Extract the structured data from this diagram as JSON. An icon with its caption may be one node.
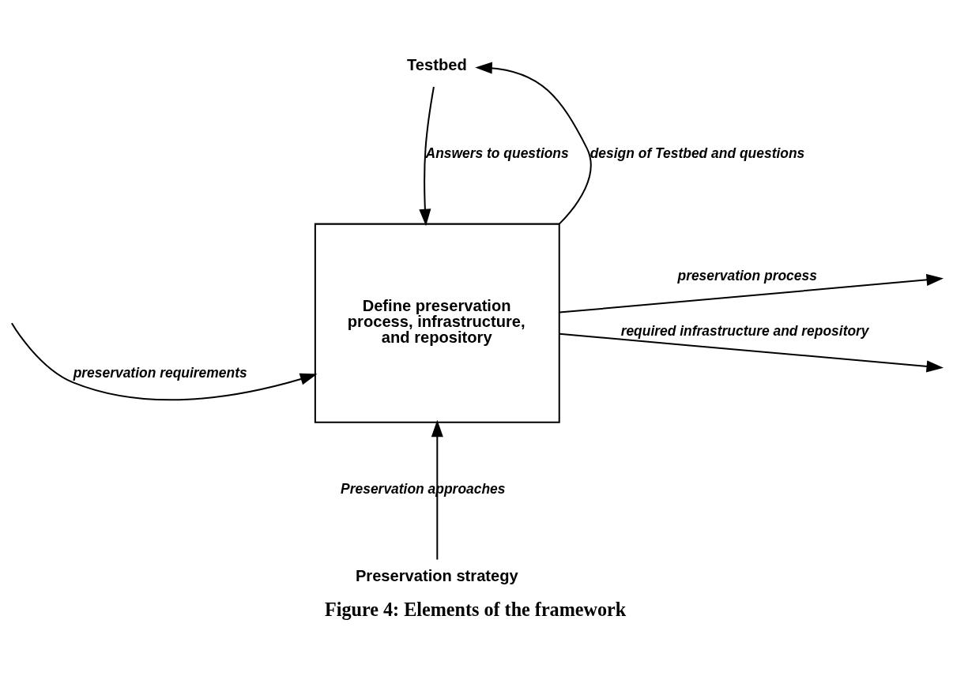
{
  "diagram": {
    "caption": "Figure 4: Elements of the framework",
    "nodes": [
      {
        "text": [
          "Testbed"
        ]
      },
      {
        "text": [
          "Define preservation process, infrastructure, and repository"
        ]
      },
      {
        "text": [
          "Preservation strategy"
        ]
      }
    ],
    "edges": [
      {
        "from": 0,
        "to": 1,
        "arrow": "to",
        "label": "Answers to questions"
      },
      {
        "from": 1,
        "to": 0,
        "arrow": "to",
        "label": "design of Testbed and questions"
      },
      {
        "from": 1,
        "to": null,
        "arrow": "to",
        "label": "preservation process"
      },
      {
        "from": 1,
        "to": null,
        "arrow": "to",
        "label": "required infrastructure and repository"
      },
      {
        "from": null,
        "to": 1,
        "arrow": "to",
        "label": "preservation requirements"
      },
      {
        "from": 2,
        "to": 1,
        "arrow": "to",
        "label": "Preservation approaches"
      }
    ]
  }
}
